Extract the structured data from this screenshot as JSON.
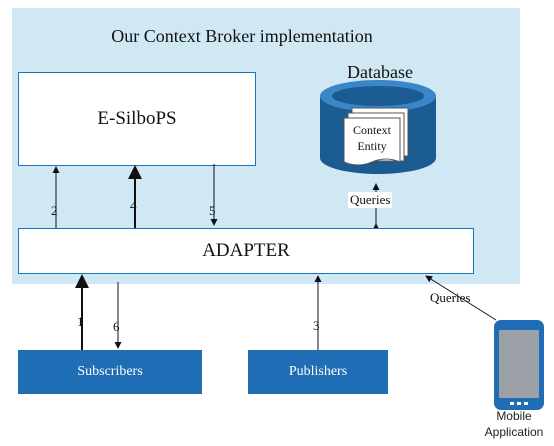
{
  "title": "Our Context Broker implementation",
  "database": {
    "label": "Database",
    "doc_lines": [
      "Context",
      "Entity"
    ]
  },
  "esilbops": {
    "label": "E-SilboPS"
  },
  "adapter": {
    "label": "ADAPTER"
  },
  "subscribers": {
    "label": "Subscribers"
  },
  "publishers": {
    "label": "Publishers"
  },
  "mobile": {
    "line1": "Mobile",
    "line2": "Application"
  },
  "arrows": {
    "n2": "2",
    "n4": "4",
    "n5": "5",
    "n1": "1",
    "n6": "6",
    "n3": "3",
    "queries_db": "Queries",
    "queries_mobile": "Queries"
  },
  "colors": {
    "panel": "#cfe8f4",
    "accent": "#1f6db5",
    "db_dark": "#1a5c92"
  }
}
